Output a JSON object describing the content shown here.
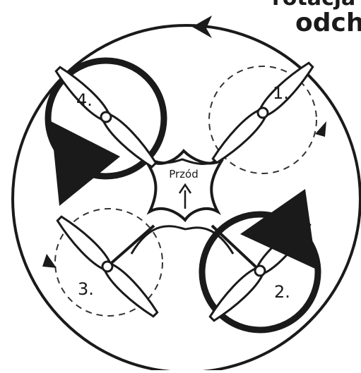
{
  "heading": "odch",
  "heading_top": "rotacja",
  "center_label": "Przód",
  "rotors": [
    {
      "number": "1.",
      "direction": "ccw",
      "speed": "low"
    },
    {
      "number": "2.",
      "direction": "cw",
      "speed": "high"
    },
    {
      "number": "3.",
      "direction": "ccw",
      "speed": "low"
    },
    {
      "number": "4.",
      "direction": "cw",
      "speed": "high"
    }
  ],
  "yaw_direction": "counterclockwise",
  "colors": {
    "ink": "#1a1a1a",
    "dash": "#333333",
    "background": "#ffffff"
  }
}
